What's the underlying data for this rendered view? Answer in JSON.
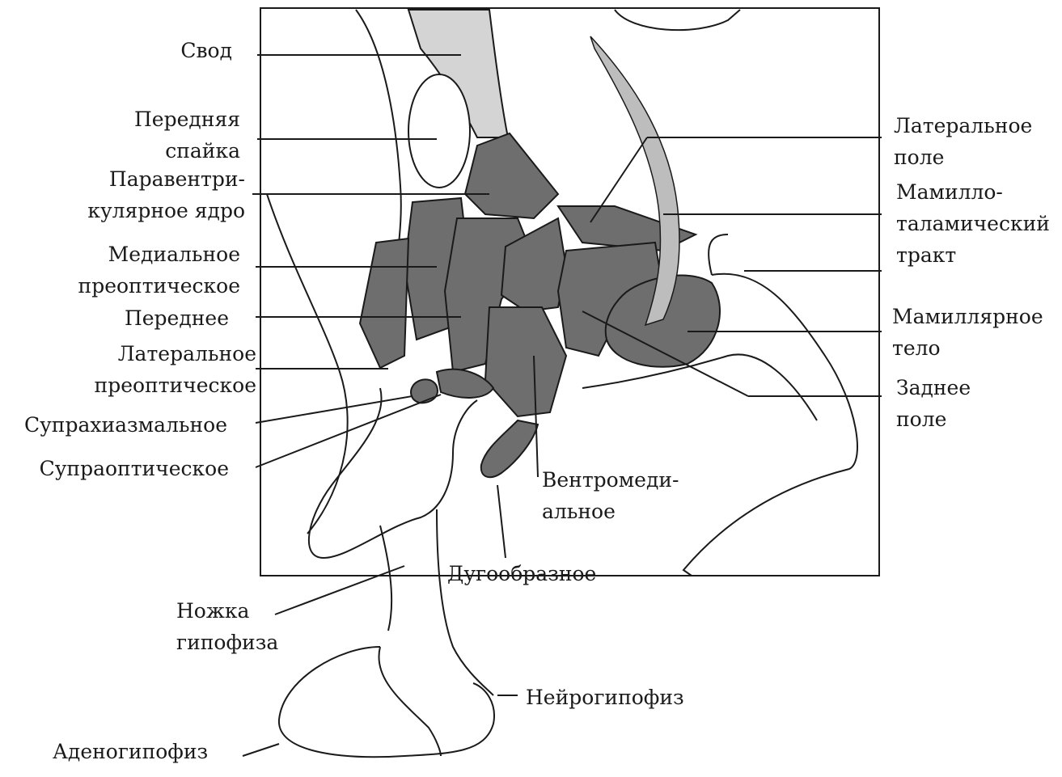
{
  "labels": {
    "svod": "Свод",
    "perednyaya_spayka": "Передняя\nспайка",
    "paraventrikulyarnoe": "Паравентри-\nкулярное ядро",
    "medialnoe_preopticheskoe": "Медиальное\nпреоптическое",
    "perednee": "Переднее",
    "lateralnoe_preopticheskoe": "Латеральное\nпреоптическое",
    "suprahiazmalnoe": "Супрахиазмальное",
    "supraopticheskoe": "Супраоптическое",
    "nozhka_gipofiza": "Ножка\nгипофиза",
    "adenogipofiz": "Аденогипофиз",
    "lateralnoe_pole": "Латеральное\nполе",
    "mamillo_talamicheskiy": "Мамилло-\nталамический\nтракт",
    "mamillyarnoe_telo": "Мамиллярное\nтело",
    "zadnee_pole": "Заднее\nполе",
    "ventromedialnoe": "Вентромеди-\nальное",
    "dugoobraznoe": "Дугообразное",
    "neyrogipofiz": "Нейрогипофиз"
  },
  "colors": {
    "nucleus_fill": "#6e6e6e",
    "fornix_fill": "#d4d4d4",
    "tract_fill": "#bdbdbd",
    "outline": "#1a1a1a"
  }
}
